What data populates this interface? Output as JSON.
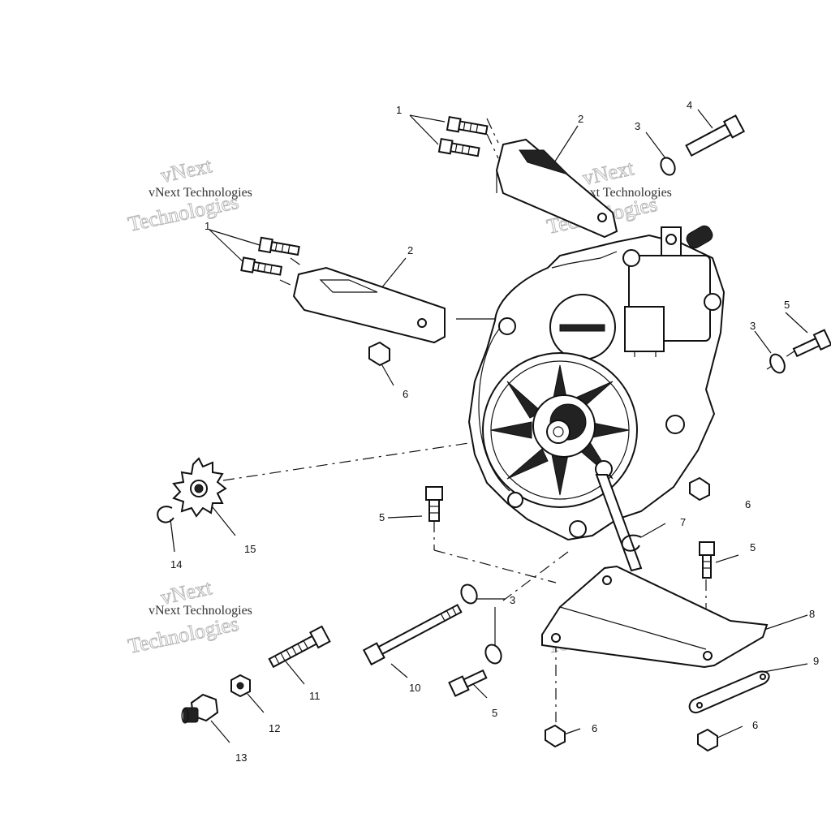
{
  "diagram": {
    "callouts": [
      {
        "id": "c1a",
        "text": "1"
      },
      {
        "id": "c1b",
        "text": "1"
      },
      {
        "id": "c2a",
        "text": "2"
      },
      {
        "id": "c2b",
        "text": "2"
      },
      {
        "id": "c3a",
        "text": "3"
      },
      {
        "id": "c3b",
        "text": "3"
      },
      {
        "id": "c3c",
        "text": "3"
      },
      {
        "id": "c4",
        "text": "4"
      },
      {
        "id": "c5a",
        "text": "5"
      },
      {
        "id": "c5b",
        "text": "5"
      },
      {
        "id": "c5c",
        "text": "5"
      },
      {
        "id": "c5d",
        "text": "5"
      },
      {
        "id": "c6a",
        "text": "6"
      },
      {
        "id": "c6b",
        "text": "6"
      },
      {
        "id": "c6c",
        "text": "6"
      },
      {
        "id": "c6d",
        "text": "6"
      },
      {
        "id": "c7",
        "text": "7"
      },
      {
        "id": "c8",
        "text": "8"
      },
      {
        "id": "c9",
        "text": "9"
      },
      {
        "id": "c10",
        "text": "10"
      },
      {
        "id": "c11",
        "text": "11"
      },
      {
        "id": "c12",
        "text": "12"
      },
      {
        "id": "c13",
        "text": "13"
      },
      {
        "id": "c14",
        "text": "14"
      },
      {
        "id": "c15",
        "text": "15"
      }
    ],
    "watermark": {
      "line1": "vNext",
      "line2": "Technologies",
      "caption": "vNext Technologies"
    }
  }
}
